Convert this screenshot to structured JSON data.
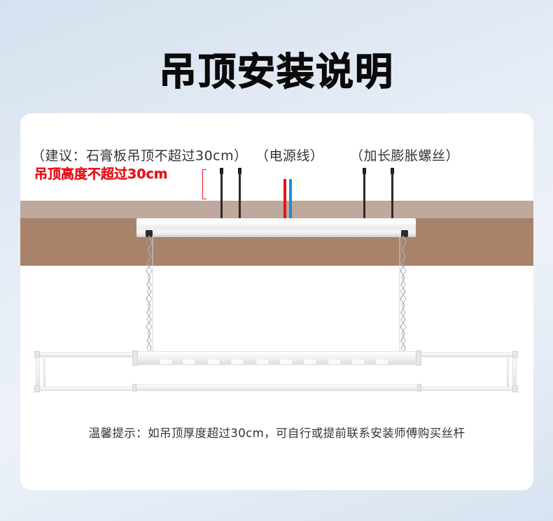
{
  "title": "吊顶安装说明",
  "labels": {
    "suggestion": "（建议：石膏板吊顶不超过30cm）",
    "height_warning": "吊顶高度不超过30cm",
    "power_wire": "（电源线）",
    "expansion_screws": "（加长膨胀螺丝）"
  },
  "tip": "温馨提示：如吊顶厚度超过30cm，可自行或提前联系安装师傅购买丝杆",
  "colors": {
    "warning_red": "#e8141a",
    "wire_red": "#e8141a",
    "wire_blue": "#1a8fd6",
    "ceiling_light": "#bfa89c",
    "ceiling_dark": "#a8826b",
    "background": "#e2eaf4"
  },
  "diagram": {
    "components": [
      "ceiling",
      "expansion-screws",
      "power-wire",
      "top-track",
      "lifting-chains",
      "drying-rack-frame"
    ]
  }
}
